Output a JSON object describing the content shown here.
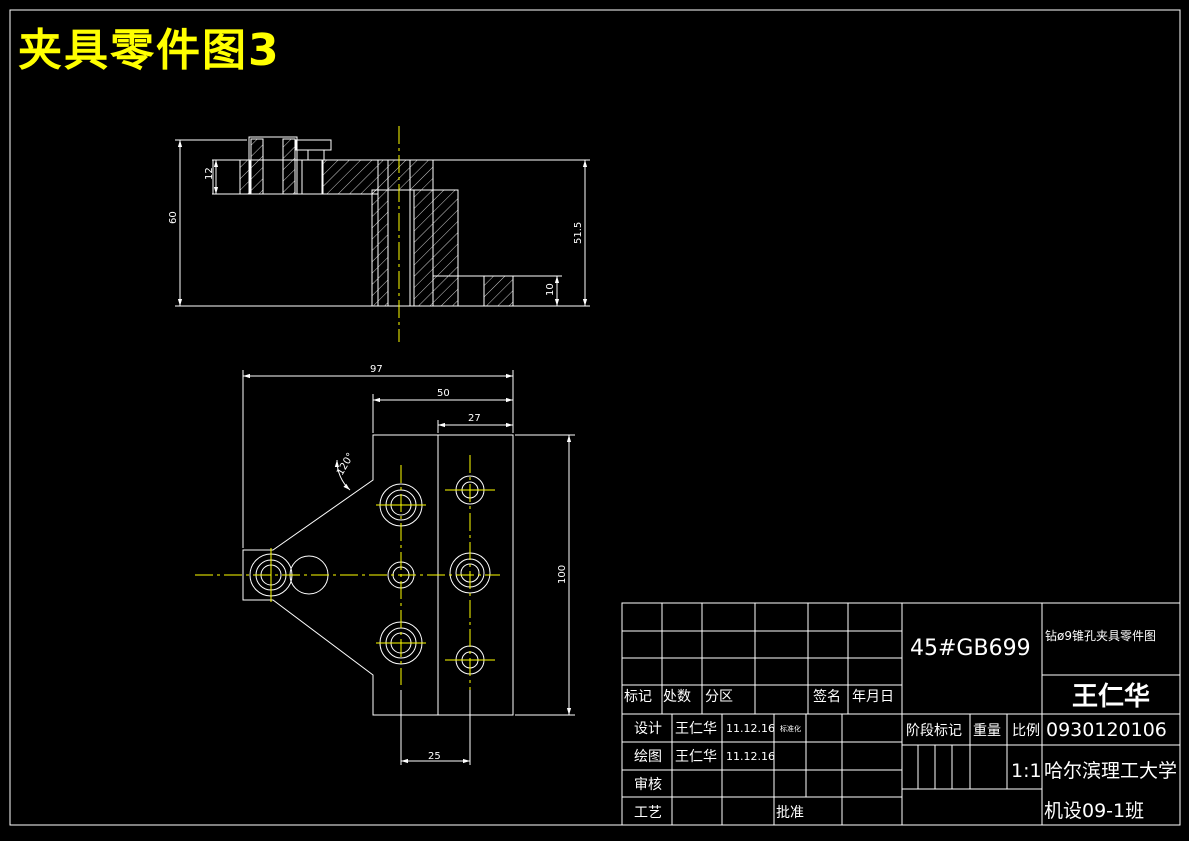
{
  "drawing": {
    "title": "夹具零件图3"
  },
  "dimensions": {
    "d60": "60",
    "d12": "12",
    "d51_5": "51.5",
    "d10": "10",
    "d97": "97",
    "d50": "50",
    "d27": "27",
    "d120": "120°",
    "d100": "100",
    "d25": "25"
  },
  "title_block": {
    "material": "45#GB699",
    "part_name": "钻ø9锥孔夹具零件图",
    "designer_name": "王仁华",
    "student_id": "0930120106",
    "university": "哈尔滨理工大学",
    "class_name": "机设09-1班",
    "scale_value": "1:1",
    "headers": {
      "mark": "标记",
      "count": "处数",
      "zone": "分区",
      "signature": "签名",
      "date": "年月日",
      "stage_mark": "阶段标记",
      "weight": "重量",
      "scale": "比例"
    },
    "rows": {
      "design": "设计",
      "drawing": "绘图",
      "review": "审核",
      "process": "工艺",
      "approve": "批准",
      "standardize": "标准化"
    },
    "design_name": "王仁华",
    "design_date": "11.12.16",
    "drawing_name": "王仁华",
    "drawing_date": "11.12.16"
  },
  "colors": {
    "background": "#000000",
    "line": "#ffffff",
    "centerline": "#ffff00",
    "title": "#ffff00"
  }
}
